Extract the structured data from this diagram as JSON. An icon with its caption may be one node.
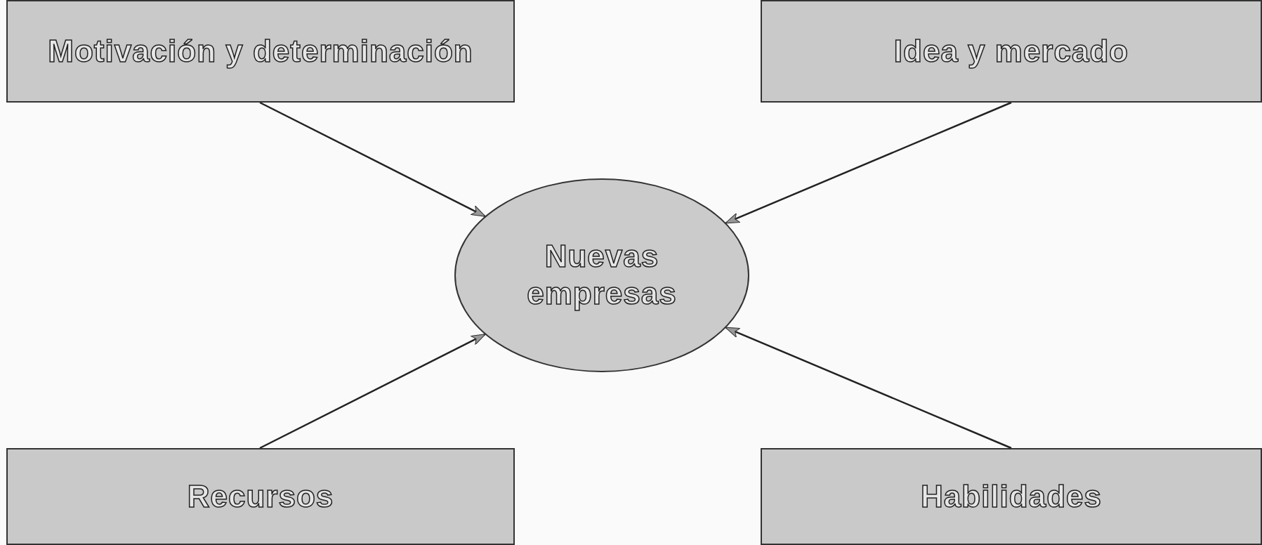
{
  "diagram": {
    "nodes": [
      {
        "text": [
          "Motivación y determinación"
        ]
      },
      {
        "text": [
          "Idea y mercado"
        ]
      },
      {
        "text": [
          "Nuevas empresas"
        ]
      },
      {
        "text": [
          "Recursos"
        ]
      },
      {
        "text": [
          "Habilidades"
        ]
      }
    ],
    "edges": [
      {
        "from": 0,
        "to": 2,
        "arrow": "to"
      },
      {
        "from": 1,
        "to": 2,
        "arrow": "to"
      },
      {
        "from": 3,
        "to": 2,
        "arrow": "to"
      },
      {
        "from": 4,
        "to": 2,
        "arrow": "to"
      }
    ]
  }
}
